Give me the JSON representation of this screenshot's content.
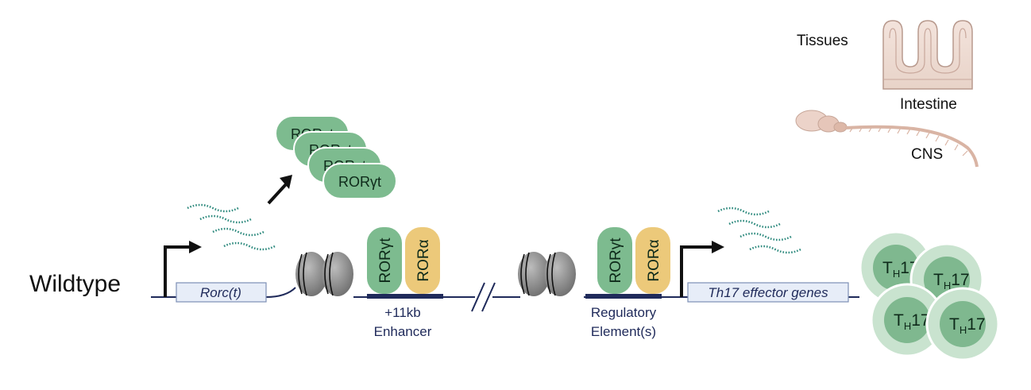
{
  "labels": {
    "wildtype": "Wildtype",
    "rorc_gene": "Rorc(t)",
    "effector_gene": "Th17 effector genes",
    "enhancer_line1": "+11kb",
    "enhancer_line2": "Enhancer",
    "regulatory_line1": "Regulatory",
    "regulatory_line2": "Element(s)",
    "tissues": "Tissues",
    "intestine": "Intestine",
    "cns": "CNS"
  },
  "protein_stack": [
    "RORγt",
    "RORγt",
    "RORγt",
    "RORγt"
  ],
  "binding_sites": [
    {
      "tf1": "RORγt",
      "tf2": "RORα"
    },
    {
      "tf1": "RORγt",
      "tf2": "RORα"
    }
  ],
  "th17_cells": [
    {
      "main": "T",
      "sub": "H",
      "suffix": "17"
    },
    {
      "main": "T",
      "sub": "H",
      "suffix": "17"
    },
    {
      "main": "T",
      "sub": "H",
      "suffix": "17"
    },
    {
      "main": "T",
      "sub": "H",
      "suffix": "17"
    }
  ],
  "colors": {
    "ror_gamma_green": "#7dbb8f",
    "ror_alpha_yellow": "#ecc97a",
    "dna_navy": "#1f2a5a",
    "gene_box": "#e7edf8",
    "histone_gray": "#8c8c8c",
    "cell_outer": "#c9e3cf",
    "cell_inner": "#7fb88f",
    "mrna_teal": "#2e8a7e"
  }
}
